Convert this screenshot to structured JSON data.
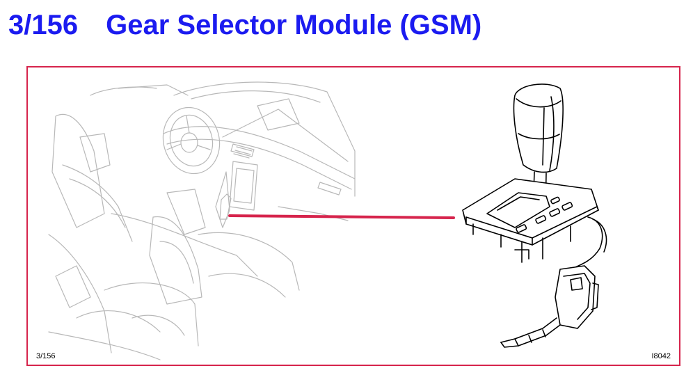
{
  "title": {
    "number": "3/156",
    "text": "Gear Selector Module (GSM)"
  },
  "figure": {
    "ref_left": "3/156",
    "ref_right": "I8042"
  },
  "colors": {
    "title": "#1b1bf0",
    "frame": "#d6244c",
    "leader_line": "#d6244c",
    "interior_lines": "#b8b8b8"
  }
}
